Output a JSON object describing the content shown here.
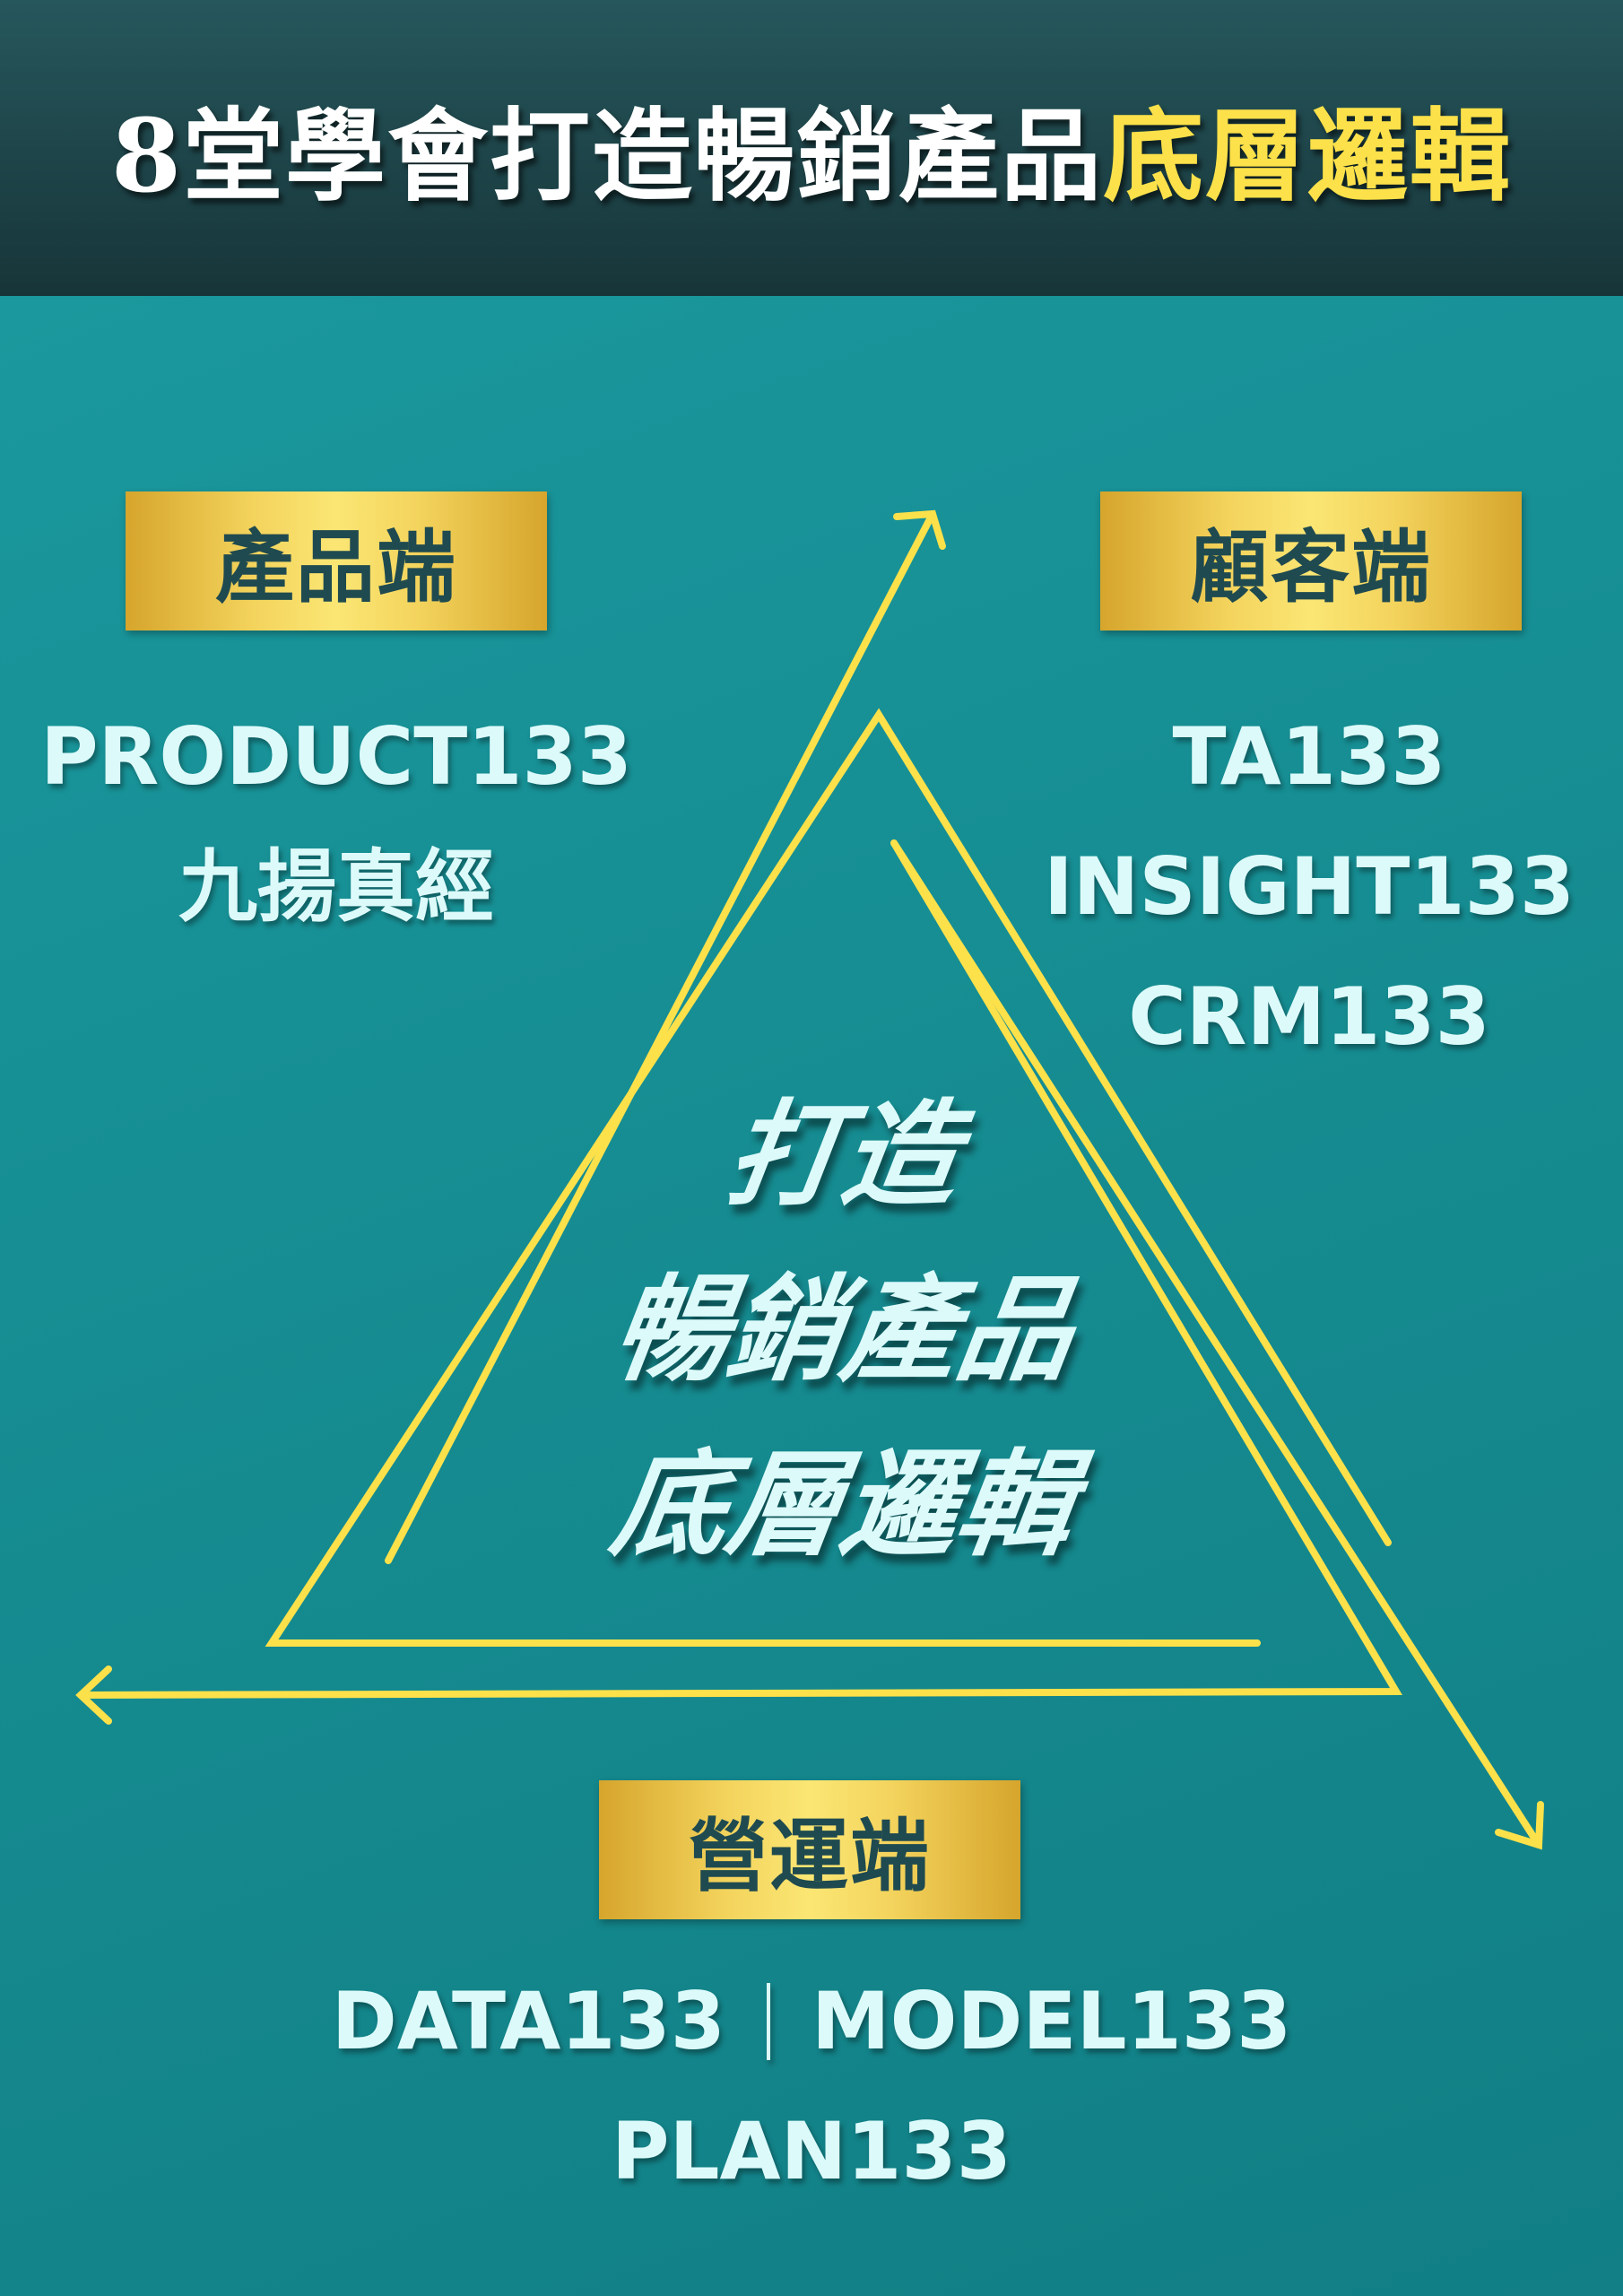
{
  "header": {
    "title_main": "8堂學會打造暢銷產品",
    "title_highlight": "底層邏輯"
  },
  "product": {
    "label": "產品端",
    "courses": [
      "PRODUCT133",
      "九揚真經"
    ]
  },
  "customer": {
    "label": "顧客端",
    "courses": [
      "TA133",
      "INSIGHT133",
      "CRM133"
    ]
  },
  "operation": {
    "label": "營運端",
    "courses": [
      "DATA133",
      "MODEL133",
      "PLAN133"
    ]
  },
  "center": {
    "lines": [
      "打造",
      "暢銷產品",
      "底層邏輯"
    ]
  },
  "colors": {
    "teal_bg": "#1b9ba0",
    "header_bg": "#1c3f43",
    "accent_yellow": "#fde14a",
    "badge_gold": "#f3d35c",
    "text_light": "#ddfafa",
    "badge_text": "#1f4a50"
  }
}
